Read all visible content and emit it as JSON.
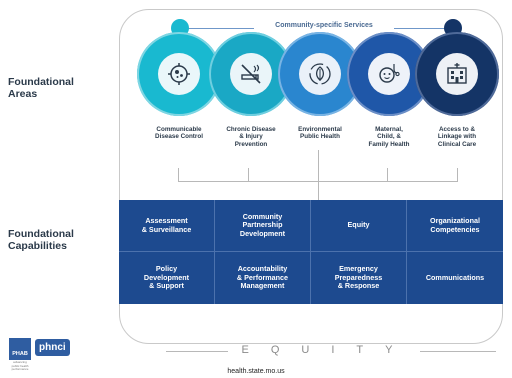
{
  "side_labels": {
    "areas": "Foundational\nAreas",
    "capabilities": "Foundational\nCapabilities"
  },
  "services_label": "Community-specific Services",
  "colors": {
    "light_blue": "#19b9d0",
    "teal": "#1aa8c5",
    "mid_blue": "#2a86cf",
    "blue": "#1f57a8",
    "navy": "#143466",
    "grid": "#1d4a8f"
  },
  "areas": [
    {
      "label": "Communicable\nDisease Control",
      "icon": "virus-icon"
    },
    {
      "label": "Chronic Disease\n& Injury\nPrevention",
      "icon": "no-smoking-icon"
    },
    {
      "label": "Environmental\nPublic Health",
      "icon": "leaf-icon"
    },
    {
      "label": "Maternal,\nChild, &\nFamily Health",
      "icon": "baby-stethoscope-icon"
    },
    {
      "label": "Access to &\nLinkage with\nClinical Care",
      "icon": "hospital-icon"
    }
  ],
  "capabilities": [
    "Assessment\n& Surveillance",
    "Community\nPartnership\nDevelopment",
    "Equity",
    "Organizational\nCompetencies",
    "Policy\nDevelopment\n& Support",
    "Accountability\n& Performance\nManagement",
    "Emergency\nPreparedness\n& Response",
    "Communications"
  ],
  "equity_label": "EQUITY",
  "logos": {
    "phab": "PHAB",
    "phab_sub": "advancing public health performance",
    "phnci": "phnci"
  },
  "footer": "health.state.mo.us"
}
